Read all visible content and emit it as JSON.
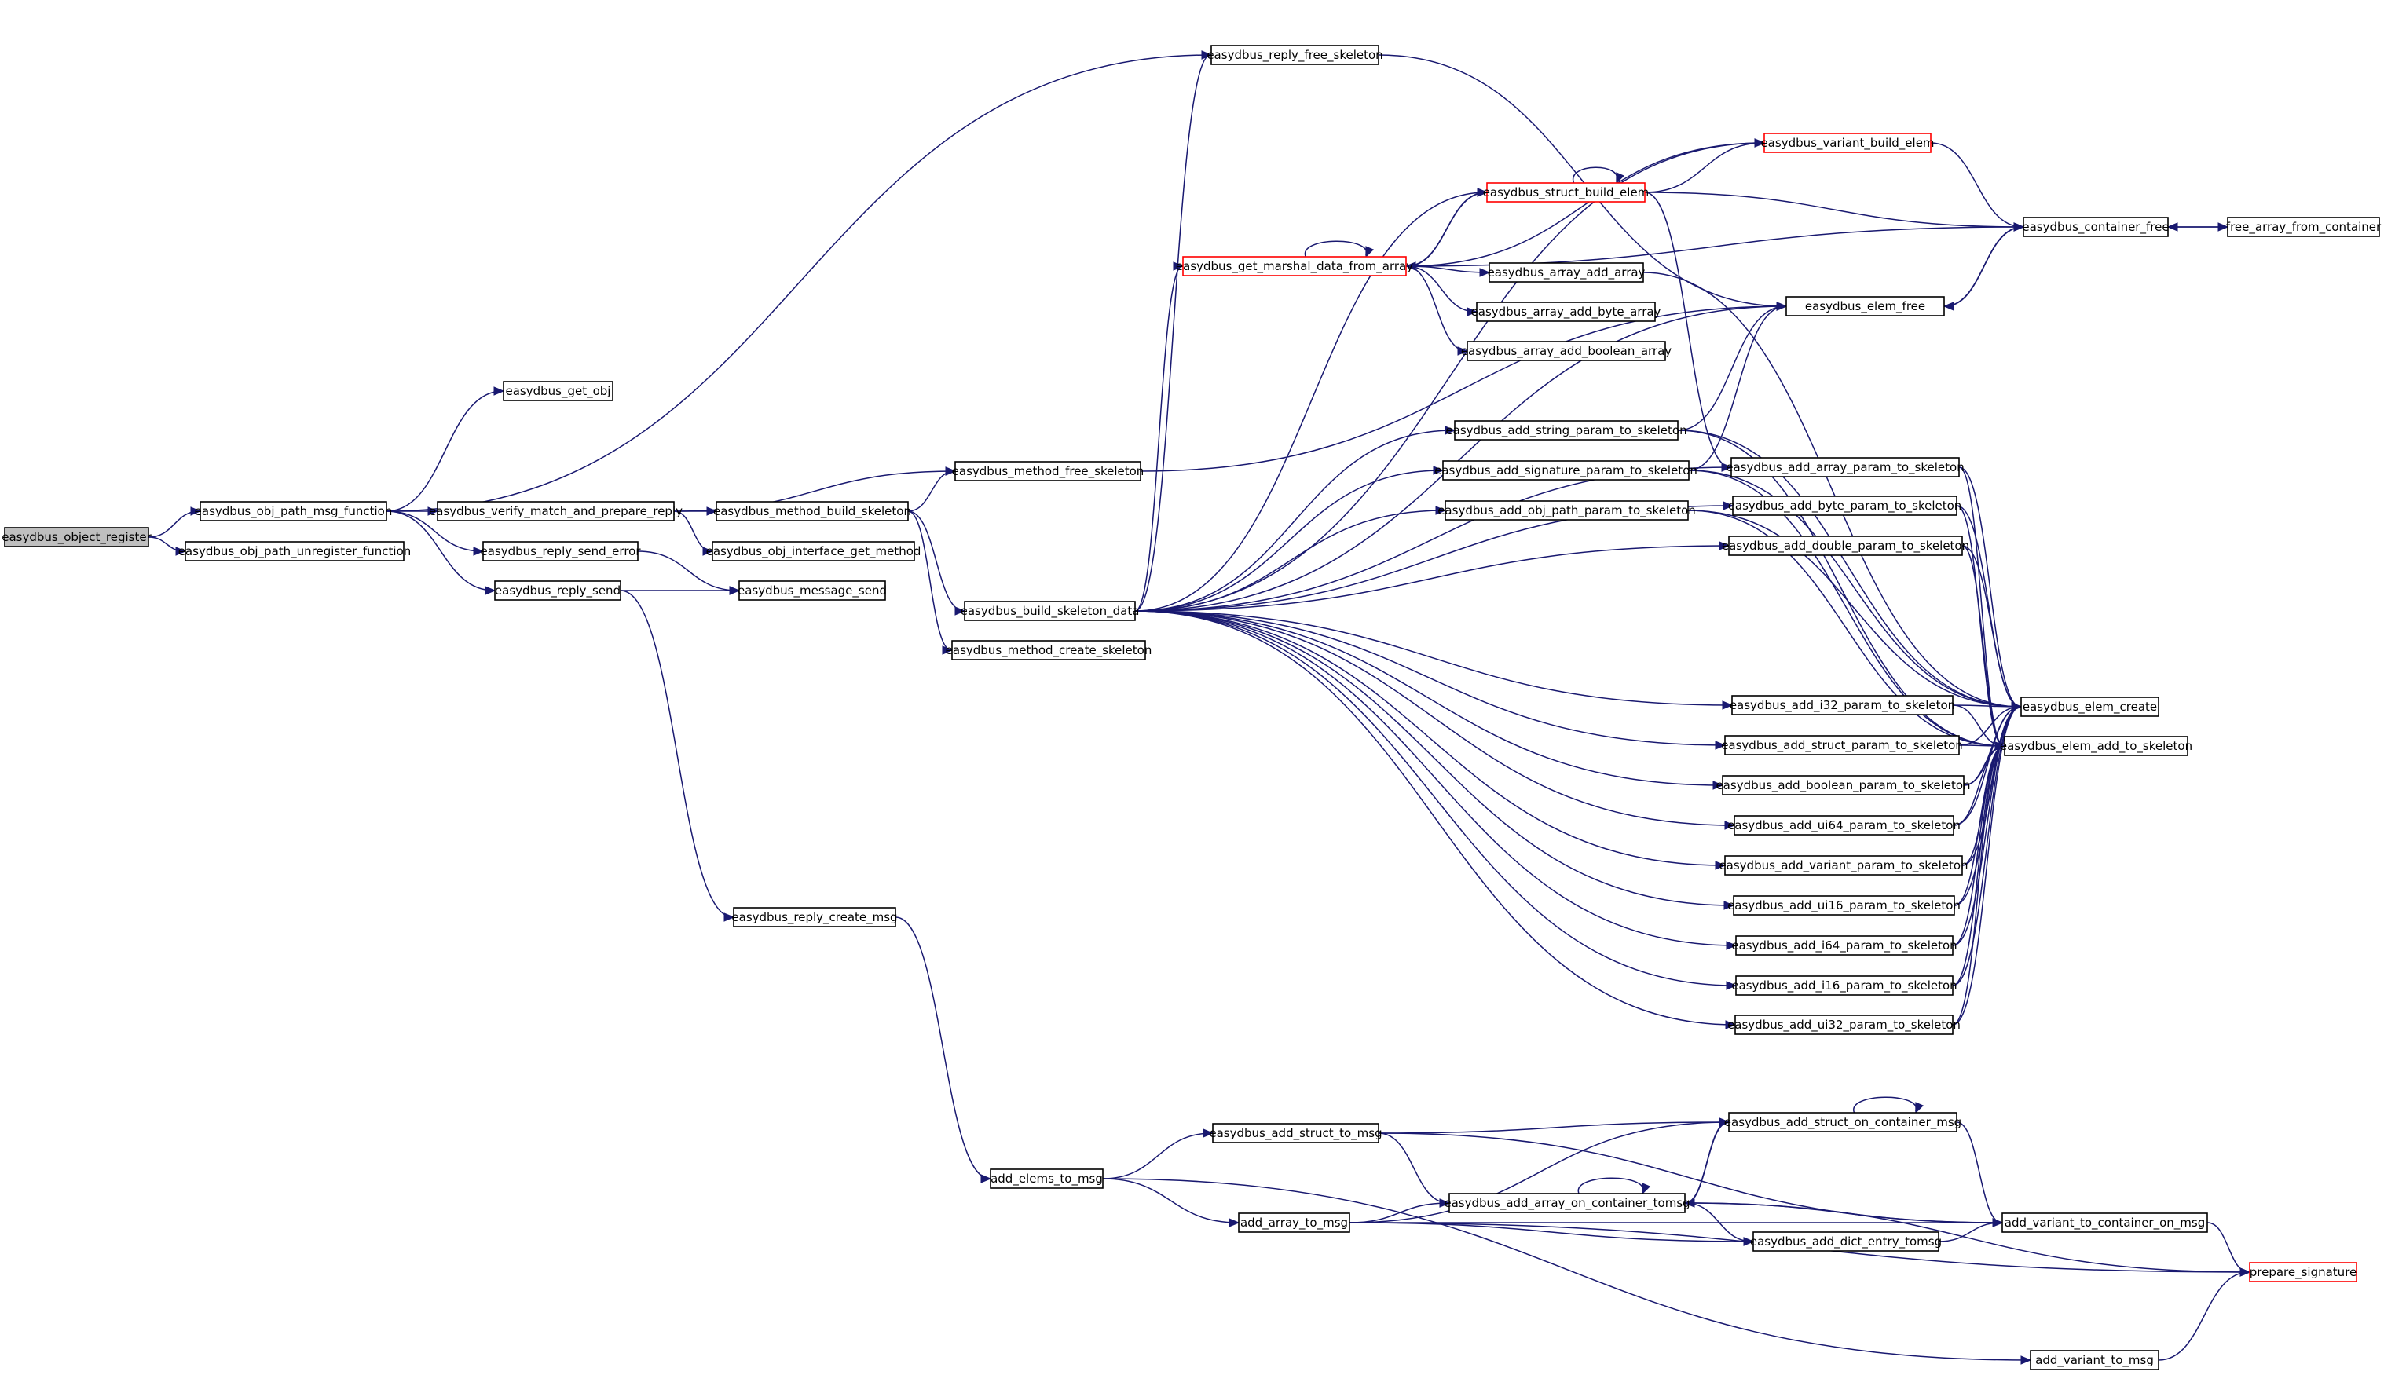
{
  "graph": {
    "nodes": [
      {
        "id": "n1",
        "label": "easydbus_object_register",
        "style": "grey"
      },
      {
        "id": "n2",
        "label": "easydbus_obj_path_msg_function",
        "style": "normal"
      },
      {
        "id": "n3",
        "label": "easydbus_obj_path_unregister_function",
        "style": "normal"
      },
      {
        "id": "n4",
        "label": "easydbus_get_obj",
        "style": "normal"
      },
      {
        "id": "n5",
        "label": "easydbus_reply_free_skeleton",
        "style": "normal"
      },
      {
        "id": "n6",
        "label": "easydbus_verify_match_and_prepare_reply",
        "style": "normal"
      },
      {
        "id": "n7",
        "label": "easydbus_reply_send_error",
        "style": "normal"
      },
      {
        "id": "n8",
        "label": "easydbus_reply_send",
        "style": "normal"
      },
      {
        "id": "n9",
        "label": "easydbus_method_build_skeleton",
        "style": "normal"
      },
      {
        "id": "n10",
        "label": "easydbus_obj_interface_get_method",
        "style": "normal"
      },
      {
        "id": "n11",
        "label": "easydbus_message_send",
        "style": "normal"
      },
      {
        "id": "n12",
        "label": "easydbus_reply_create_msg",
        "style": "normal"
      },
      {
        "id": "n13",
        "label": "easydbus_method_free_skeleton",
        "style": "normal"
      },
      {
        "id": "n14",
        "label": "easydbus_build_skeleton_data",
        "style": "normal"
      },
      {
        "id": "n15",
        "label": "easydbus_method_create_skeleton",
        "style": "normal"
      },
      {
        "id": "n16",
        "label": "add_elems_to_msg",
        "style": "normal"
      },
      {
        "id": "n17",
        "label": "easydbus_add_struct_to_msg",
        "style": "normal"
      },
      {
        "id": "n18",
        "label": "add_array_to_msg",
        "style": "normal"
      },
      {
        "id": "n19",
        "label": "easydbus_get_marshal_data_from_array",
        "style": "red"
      },
      {
        "id": "n20",
        "label": "easydbus_struct_build_elem",
        "style": "red"
      },
      {
        "id": "n21",
        "label": "easydbus_variant_build_elem",
        "style": "red"
      },
      {
        "id": "n22",
        "label": "easydbus_array_add_array",
        "style": "normal"
      },
      {
        "id": "n23",
        "label": "easydbus_array_add_byte_array",
        "style": "normal"
      },
      {
        "id": "n24",
        "label": "easydbus_array_add_boolean_array",
        "style": "normal"
      },
      {
        "id": "n25",
        "label": "easydbus_add_string_param_to_skeleton",
        "style": "normal"
      },
      {
        "id": "n26",
        "label": "easydbus_add_signature_param_to_skeleton",
        "style": "normal"
      },
      {
        "id": "n27",
        "label": "easydbus_add_obj_path_param_to_skeleton",
        "style": "normal"
      },
      {
        "id": "n28",
        "label": "easydbus_container_free",
        "style": "normal"
      },
      {
        "id": "n29",
        "label": "free_array_from_container",
        "style": "normal"
      },
      {
        "id": "n30",
        "label": "easydbus_elem_free",
        "style": "normal"
      },
      {
        "id": "n31",
        "label": "easydbus_add_array_param_to_skeleton",
        "style": "normal"
      },
      {
        "id": "n32",
        "label": "easydbus_add_byte_param_to_skeleton",
        "style": "normal"
      },
      {
        "id": "n33",
        "label": "easydbus_add_double_param_to_skeleton",
        "style": "normal"
      },
      {
        "id": "n34",
        "label": "easydbus_add_i32_param_to_skeleton",
        "style": "normal"
      },
      {
        "id": "n35",
        "label": "easydbus_add_struct_param_to_skeleton",
        "style": "normal"
      },
      {
        "id": "n36",
        "label": "easydbus_add_boolean_param_to_skeleton",
        "style": "normal"
      },
      {
        "id": "n37",
        "label": "easydbus_add_ui64_param_to_skeleton",
        "style": "normal"
      },
      {
        "id": "n38",
        "label": "easydbus_add_variant_param_to_skeleton",
        "style": "normal"
      },
      {
        "id": "n39",
        "label": "easydbus_add_ui16_param_to_skeleton",
        "style": "normal"
      },
      {
        "id": "n40",
        "label": "easydbus_add_i64_param_to_skeleton",
        "style": "normal"
      },
      {
        "id": "n41",
        "label": "easydbus_add_i16_param_to_skeleton",
        "style": "normal"
      },
      {
        "id": "n42",
        "label": "easydbus_add_ui32_param_to_skeleton",
        "style": "normal"
      },
      {
        "id": "n43",
        "label": "easydbus_elem_create",
        "style": "normal"
      },
      {
        "id": "n44",
        "label": "easydbus_elem_add_to_skeleton",
        "style": "normal"
      },
      {
        "id": "n45",
        "label": "easydbus_add_struct_on_container_msg",
        "style": "normal"
      },
      {
        "id": "n46",
        "label": "easydbus_add_array_on_container_tomsg",
        "style": "normal"
      },
      {
        "id": "n47",
        "label": "easydbus_add_dict_entry_tomsg",
        "style": "normal"
      },
      {
        "id": "n48",
        "label": "add_variant_to_container_on_msg",
        "style": "normal"
      },
      {
        "id": "n49",
        "label": "prepare_signature",
        "style": "red"
      },
      {
        "id": "n50",
        "label": "add_variant_to_msg",
        "style": "normal"
      }
    ],
    "edges": [
      [
        "n1",
        "n2"
      ],
      [
        "n1",
        "n3"
      ],
      [
        "n2",
        "n4"
      ],
      [
        "n2",
        "n5"
      ],
      [
        "n2",
        "n6"
      ],
      [
        "n2",
        "n7"
      ],
      [
        "n2",
        "n8"
      ],
      [
        "n6",
        "n9"
      ],
      [
        "n6",
        "n10"
      ],
      [
        "n6",
        "n13"
      ],
      [
        "n7",
        "n11"
      ],
      [
        "n8",
        "n11"
      ],
      [
        "n8",
        "n12"
      ],
      [
        "n9",
        "n13"
      ],
      [
        "n9",
        "n14"
      ],
      [
        "n9",
        "n15"
      ],
      [
        "n12",
        "n16"
      ],
      [
        "n13",
        "n30"
      ],
      [
        "n5",
        "n30"
      ],
      [
        "n14",
        "n5"
      ],
      [
        "n14",
        "n19"
      ],
      [
        "n14",
        "n20"
      ],
      [
        "n14",
        "n21"
      ],
      [
        "n14",
        "n25"
      ],
      [
        "n14",
        "n26"
      ],
      [
        "n14",
        "n27"
      ],
      [
        "n14",
        "n30"
      ],
      [
        "n14",
        "n31"
      ],
      [
        "n14",
        "n32"
      ],
      [
        "n14",
        "n33"
      ],
      [
        "n14",
        "n34"
      ],
      [
        "n14",
        "n35"
      ],
      [
        "n14",
        "n36"
      ],
      [
        "n14",
        "n37"
      ],
      [
        "n14",
        "n38"
      ],
      [
        "n14",
        "n39"
      ],
      [
        "n14",
        "n40"
      ],
      [
        "n14",
        "n41"
      ],
      [
        "n14",
        "n42"
      ],
      [
        "n19",
        "n19"
      ],
      [
        "n19",
        "n20"
      ],
      [
        "n19",
        "n21"
      ],
      [
        "n19",
        "n22"
      ],
      [
        "n19",
        "n23"
      ],
      [
        "n19",
        "n24"
      ],
      [
        "n19",
        "n28"
      ],
      [
        "n20",
        "n20"
      ],
      [
        "n20",
        "n19"
      ],
      [
        "n20",
        "n21"
      ],
      [
        "n20",
        "n28"
      ],
      [
        "n20",
        "n31"
      ],
      [
        "n21",
        "n28"
      ],
      [
        "n22",
        "n43"
      ],
      [
        "n28",
        "n29"
      ],
      [
        "n28",
        "n30"
      ],
      [
        "n29",
        "n28"
      ],
      [
        "n30",
        "n28"
      ],
      [
        "n25",
        "n30"
      ],
      [
        "n25",
        "n43"
      ],
      [
        "n25",
        "n44"
      ],
      [
        "n26",
        "n30"
      ],
      [
        "n26",
        "n43"
      ],
      [
        "n26",
        "n44"
      ],
      [
        "n27",
        "n43"
      ],
      [
        "n27",
        "n44"
      ],
      [
        "n31",
        "n43"
      ],
      [
        "n31",
        "n44"
      ],
      [
        "n32",
        "n43"
      ],
      [
        "n32",
        "n44"
      ],
      [
        "n33",
        "n43"
      ],
      [
        "n33",
        "n44"
      ],
      [
        "n34",
        "n43"
      ],
      [
        "n34",
        "n44"
      ],
      [
        "n35",
        "n43"
      ],
      [
        "n35",
        "n44"
      ],
      [
        "n36",
        "n43"
      ],
      [
        "n36",
        "n44"
      ],
      [
        "n37",
        "n43"
      ],
      [
        "n37",
        "n44"
      ],
      [
        "n38",
        "n43"
      ],
      [
        "n38",
        "n44"
      ],
      [
        "n39",
        "n43"
      ],
      [
        "n39",
        "n44"
      ],
      [
        "n40",
        "n43"
      ],
      [
        "n40",
        "n44"
      ],
      [
        "n41",
        "n43"
      ],
      [
        "n41",
        "n44"
      ],
      [
        "n42",
        "n43"
      ],
      [
        "n42",
        "n44"
      ],
      [
        "n16",
        "n17"
      ],
      [
        "n16",
        "n18"
      ],
      [
        "n16",
        "n50"
      ],
      [
        "n17",
        "n45"
      ],
      [
        "n17",
        "n46"
      ],
      [
        "n17",
        "n48"
      ],
      [
        "n18",
        "n45"
      ],
      [
        "n18",
        "n46"
      ],
      [
        "n18",
        "n47"
      ],
      [
        "n18",
        "n48"
      ],
      [
        "n18",
        "n49"
      ],
      [
        "n45",
        "n45"
      ],
      [
        "n45",
        "n46"
      ],
      [
        "n45",
        "n48"
      ],
      [
        "n46",
        "n46"
      ],
      [
        "n46",
        "n45"
      ],
      [
        "n46",
        "n47"
      ],
      [
        "n46",
        "n48"
      ],
      [
        "n46",
        "n49"
      ],
      [
        "n47",
        "n48"
      ],
      [
        "n48",
        "n49"
      ],
      [
        "n50",
        "n49"
      ]
    ]
  }
}
